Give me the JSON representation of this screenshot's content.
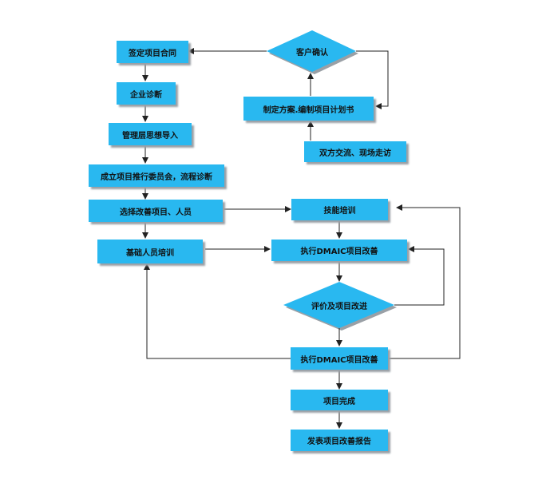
{
  "nodes": {
    "sign_contract": "签定项目合同",
    "enterprise_diagnosis": "企业诊断",
    "management_import": "管理层思想导入",
    "committee": "成立项目推行委员会，流程诊断",
    "select_projects": "选择改善项目、人员",
    "basic_training": "基础人员培训",
    "customer_confirm": "客户确认",
    "draft_plan": "制定方案.编制项目计划书",
    "communication": "双方交流、现场走访",
    "skill_training": "技能培训",
    "dmaic_1": "执行DMAIC项目改善",
    "evaluate": "评价及项目改进",
    "dmaic_2": "执行DMAIC项目改善",
    "complete": "项目完成",
    "report": "发表项目改善报告"
  },
  "colors": {
    "box": "#29b8f0",
    "shadow": "#9aa0a6",
    "line": "#222222"
  }
}
